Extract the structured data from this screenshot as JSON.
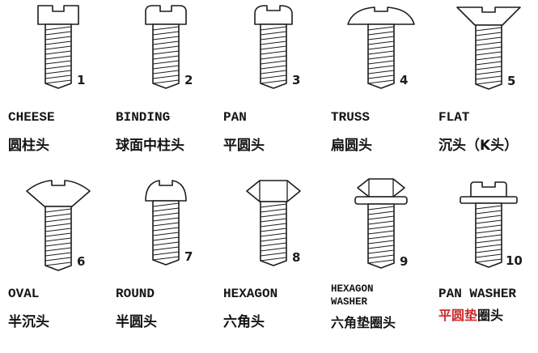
{
  "figure": "screw-head-types-diagram",
  "screws": [
    {
      "num": "1",
      "en": "CHEESE",
      "zh": "圆柱头"
    },
    {
      "num": "2",
      "en": "BINDING",
      "zh": "球面中柱头"
    },
    {
      "num": "3",
      "en": "PAN",
      "zh": "平圆头"
    },
    {
      "num": "4",
      "en": "TRUSS",
      "zh": "扁圆头"
    },
    {
      "num": "5",
      "en": "FLAT",
      "zh": "沉头（K头）"
    },
    {
      "num": "6",
      "en": "OVAL",
      "zh": "半沉头"
    },
    {
      "num": "7",
      "en": "ROUND",
      "zh": "半圆头"
    },
    {
      "num": "8",
      "en": "HEXAGON",
      "zh": "六角头"
    },
    {
      "num": "9",
      "en": "HEXAGON WASHER",
      "zh": "六角垫圈头"
    },
    {
      "num": "10",
      "en": "PAN WASHER",
      "zh_red": "平圆垫",
      "zh_black": "圈头"
    }
  ],
  "colors": {
    "line": "#1c1c1c",
    "watermark_red": "#cc2b2b",
    "background": "#ffffff"
  }
}
